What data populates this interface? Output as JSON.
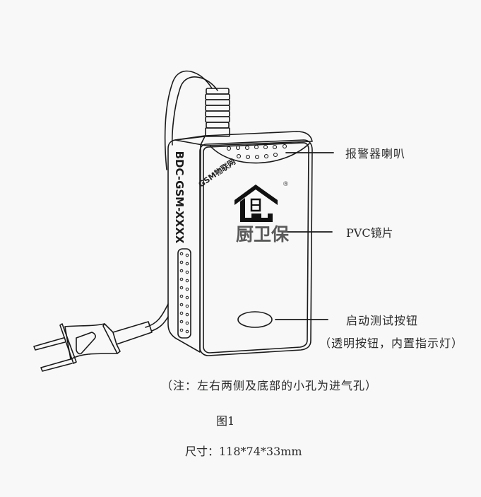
{
  "device": {
    "side_model_text": "BDC-GSM-XXXX",
    "front_tag_text": "GSM物联网",
    "registered_mark": "®",
    "brand_name": "厨卫保"
  },
  "callouts": {
    "speaker": "报警器喇叭",
    "pvc_lens": "PVC镜片",
    "test_button": "启动测试按钮",
    "test_button_note": "（透明按钮，内置指示灯）"
  },
  "note": "（注：左右两侧及底部的小孔为进气孔）",
  "figure_caption": "图1",
  "dimensions": "尺寸：118*74*33mm",
  "colors": {
    "background": "#f7f8f7",
    "line": "#1a1a1a",
    "brand_gray": "#5a5a5a"
  }
}
